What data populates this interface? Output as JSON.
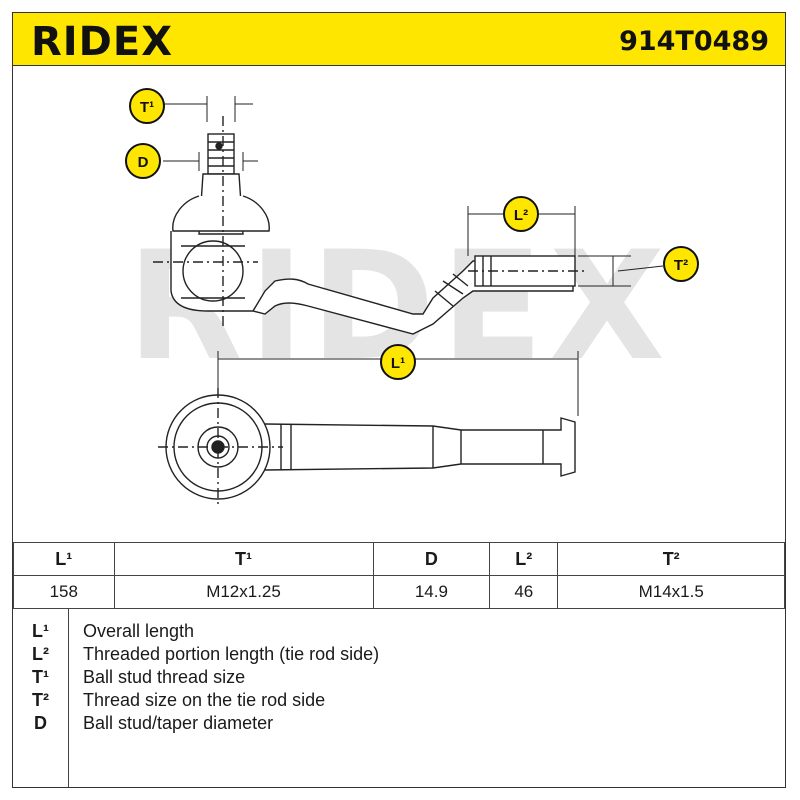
{
  "header": {
    "brand": "RIDEX",
    "part_number": "914T0489",
    "bg_color": "#ffe600"
  },
  "watermark": {
    "text": "RIDEX"
  },
  "diagram": {
    "labels": {
      "t1": "T¹",
      "d": "D",
      "l2": "L²",
      "t2": "T²",
      "l1": "L¹"
    },
    "badge_color": "#ffe600"
  },
  "spec_table": {
    "headers": [
      "L¹",
      "T¹",
      "D",
      "L²",
      "T²"
    ],
    "values": [
      "158",
      "M12x1.25",
      "14.9",
      "46",
      "M14x1.5"
    ]
  },
  "legend": [
    {
      "code": "L¹",
      "desc": "Overall length"
    },
    {
      "code": "L²",
      "desc": "Threaded portion length (tie rod side)"
    },
    {
      "code": "T¹",
      "desc": "Ball stud thread size"
    },
    {
      "code": "T²",
      "desc": "Thread size on the tie rod side"
    },
    {
      "code": "D",
      "desc": "Ball stud/taper diameter"
    }
  ]
}
